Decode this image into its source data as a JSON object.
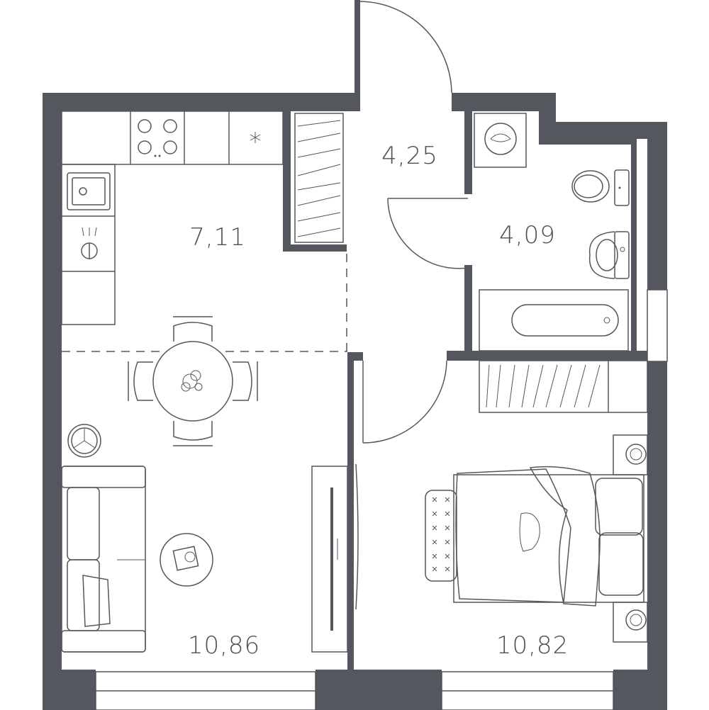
{
  "rooms": [
    {
      "id": "kitchen",
      "area": "7,11"
    },
    {
      "id": "hallway",
      "area": "4,25"
    },
    {
      "id": "bathroom",
      "area": "4,09"
    },
    {
      "id": "living-room",
      "area": "10,86"
    },
    {
      "id": "bedroom",
      "area": "10,82"
    }
  ],
  "colors": {
    "wall": "#55575e",
    "line": "#55575e",
    "background": "#ffffff"
  }
}
